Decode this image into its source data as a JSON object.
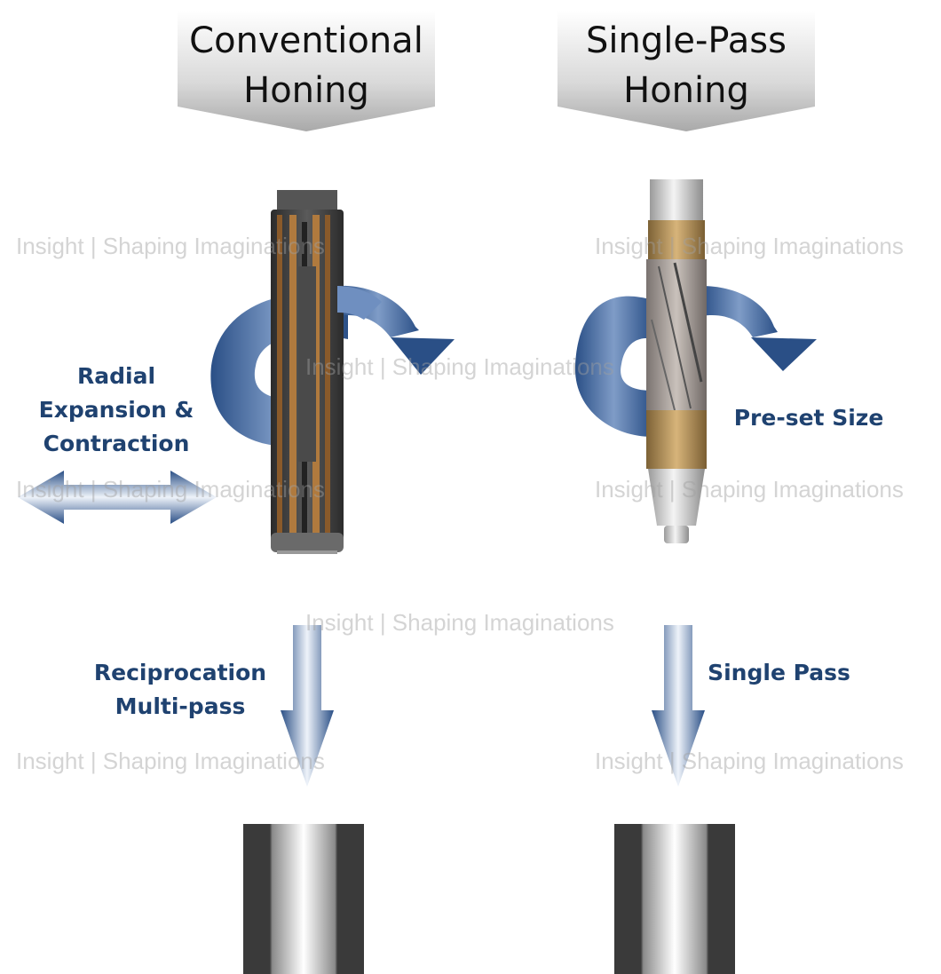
{
  "left": {
    "title_line1": "Conventional",
    "title_line2": "Honing",
    "radial_line1": "Radial",
    "radial_line2": "Expansion &",
    "radial_line3": "Contraction",
    "motion_line1": "Reciprocation",
    "motion_line2": "Multi-pass"
  },
  "right": {
    "title_line1": "Single-Pass",
    "title_line2": "Honing",
    "size_label": "Pre-set Size",
    "motion_label": "Single Pass"
  },
  "watermark": "Insight | Shaping Imaginations",
  "colors": {
    "label": "#1f4270",
    "arrow_dark": "#2a4f86",
    "arrow_light": "#e8eef7",
    "tube_dark": "#3a3a3a",
    "brass": "#b89258"
  }
}
